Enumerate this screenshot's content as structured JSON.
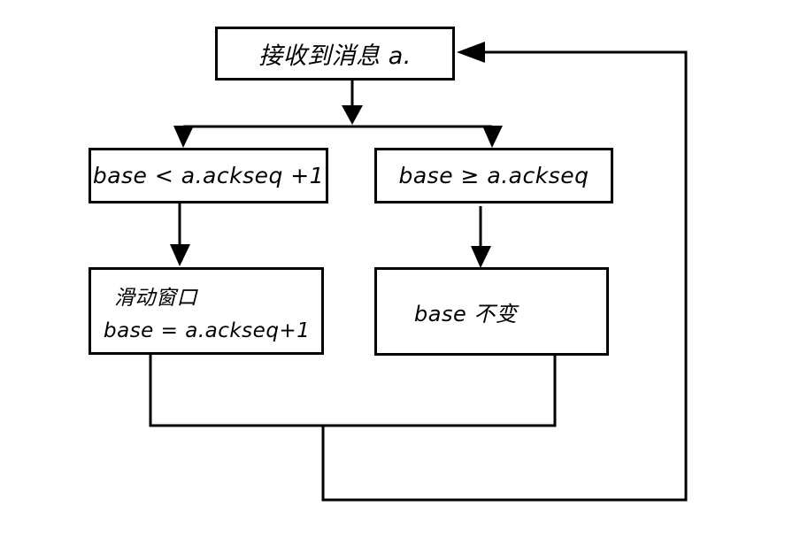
{
  "diagram_type": "flowchart",
  "style": {
    "stroke_color": "#000000",
    "background_color": "#ffffff",
    "text_color": "#000000"
  },
  "nodes": {
    "receive": {
      "label": "接收到消息 a."
    },
    "cond_slide": {
      "label": "base < a.ackseq +1"
    },
    "cond_keep": {
      "label": "base ≥ a.ackseq"
    },
    "action_slide": {
      "line1": "滑动窗口",
      "line2": "base = a.ackseq+1"
    },
    "action_keep": {
      "label": "base 不变"
    }
  },
  "edges": [
    {
      "from": "receive",
      "to": "branch-point",
      "type": "arrow-down"
    },
    {
      "from": "branch-point",
      "to": "cond_slide",
      "type": "arrow-down"
    },
    {
      "from": "branch-point",
      "to": "cond_keep",
      "type": "arrow-down"
    },
    {
      "from": "cond_slide",
      "to": "action_slide",
      "type": "arrow-down"
    },
    {
      "from": "cond_keep",
      "to": "action_keep",
      "type": "arrow-down"
    },
    {
      "from": "action_slide",
      "to": "receive",
      "type": "loop-back-arrow"
    },
    {
      "from": "action_keep",
      "to": "receive",
      "type": "loop-back-arrow"
    }
  ]
}
